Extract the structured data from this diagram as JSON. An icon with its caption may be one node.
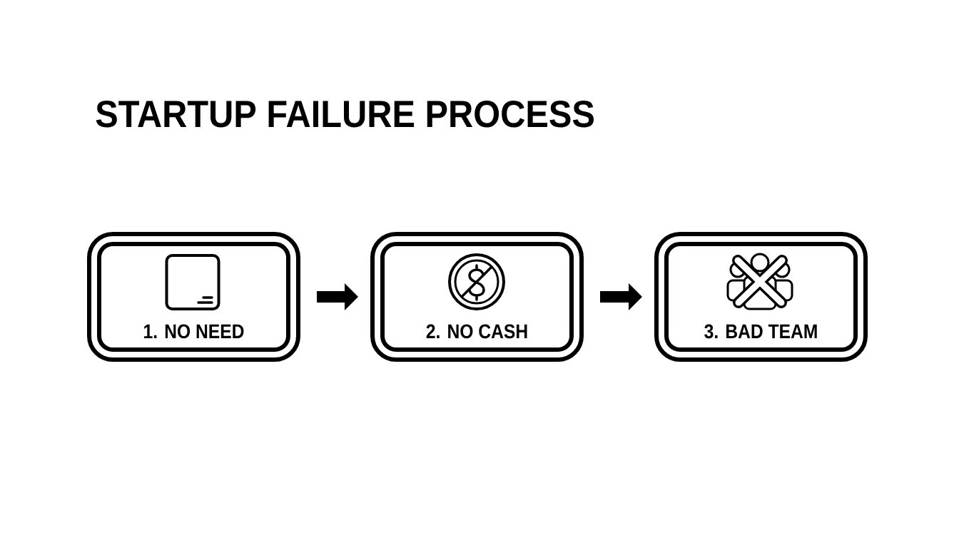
{
  "diagram": {
    "title": "STARTUP FAILURE PROCESS",
    "nodes": [
      {
        "text": [
          "1. NO NEED"
        ]
      },
      {
        "text": [
          "2. NO CASH"
        ]
      },
      {
        "text": [
          "3. BAD TEAM"
        ]
      }
    ],
    "edges": [
      {
        "from": 0,
        "to": 1,
        "arrow": "to"
      },
      {
        "from": 1,
        "to": 2,
        "arrow": "to"
      }
    ]
  }
}
